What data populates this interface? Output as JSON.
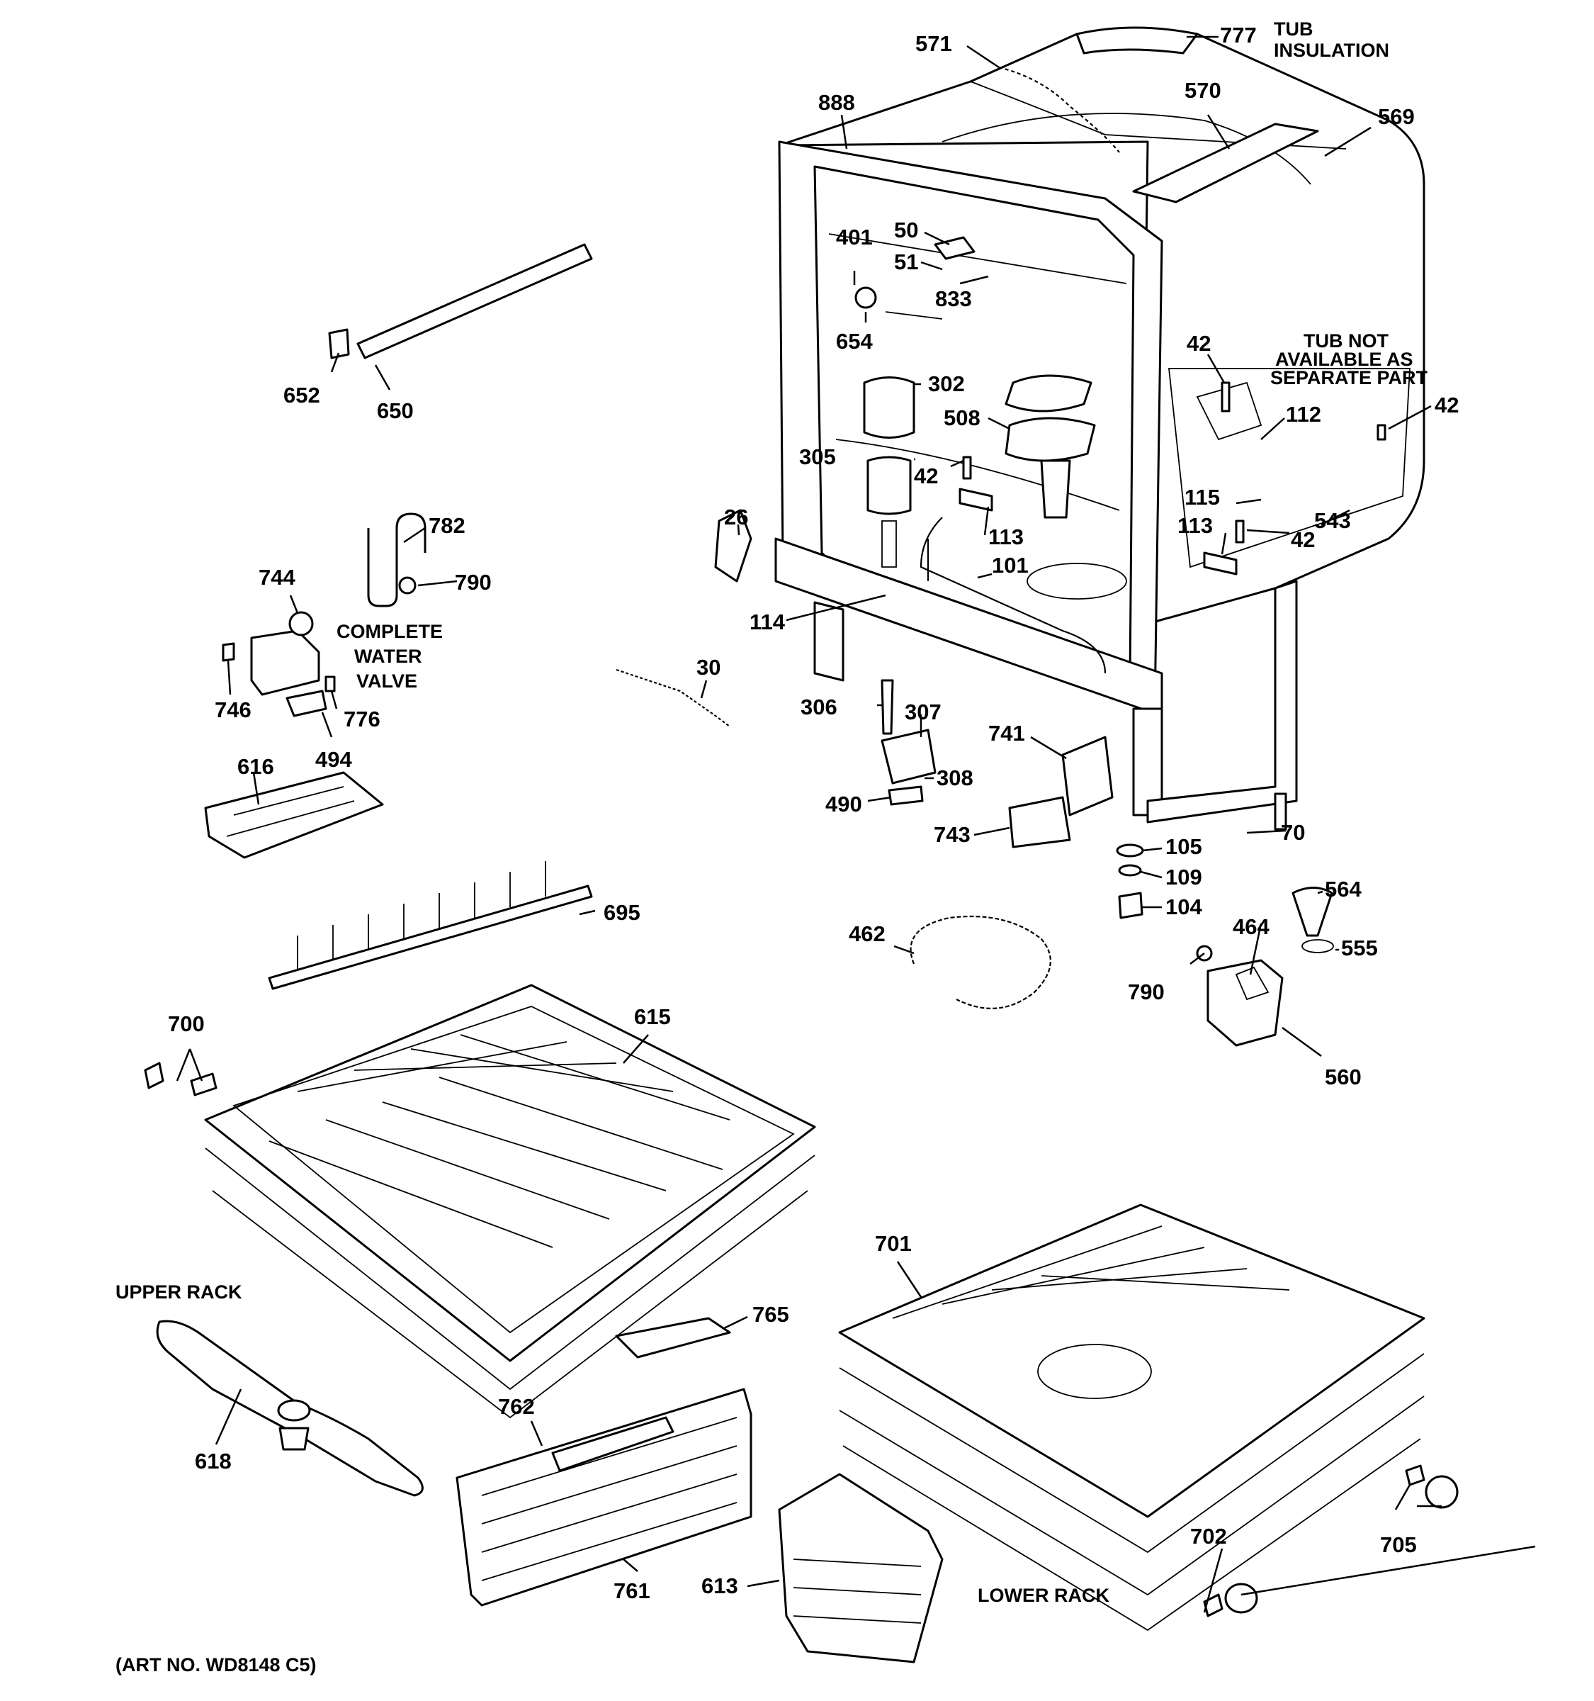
{
  "art_number": "(ART NO. WD8148 C5)",
  "callouts": {
    "n571": "571",
    "n777": "777",
    "tub_insulation_1": "TUB",
    "tub_insulation_2": "INSULATION",
    "n888": "888",
    "n570": "570",
    "n569": "569",
    "n401": "401",
    "n50": "50",
    "n51": "51",
    "n833": "833",
    "n654": "654",
    "n652": "652",
    "n650": "650",
    "n42a": "42",
    "tub_note_1": "TUB NOT",
    "tub_note_2": "AVAILABLE AS",
    "tub_note_3": "SEPARATE PART",
    "n302": "302",
    "n508": "508",
    "n112": "112",
    "n42b": "42",
    "n305": "305",
    "n42c": "42",
    "n115": "115",
    "n543": "543",
    "n782": "782",
    "n26": "26",
    "n113a": "113",
    "n113b": "113",
    "n42d": "42",
    "n744": "744",
    "n790a": "790",
    "n101": "101",
    "valve_1": "COMPLETE",
    "valve_2": "WATER",
    "valve_3": "VALVE",
    "n114": "114",
    "n30": "30",
    "n746": "746",
    "n776": "776",
    "n494": "494",
    "n306": "306",
    "n307": "307",
    "n741": "741",
    "n616": "616",
    "n308": "308",
    "n490": "490",
    "n743": "743",
    "n70": "70",
    "n105": "105",
    "n109": "109",
    "n695": "695",
    "n104": "104",
    "n564": "564",
    "n462": "462",
    "n464": "464",
    "n555": "555",
    "n790b": "790",
    "n700": "700",
    "n615": "615",
    "n560": "560",
    "n701": "701",
    "upper_rack": "UPPER RACK",
    "n765": "765",
    "n762": "762",
    "n618": "618",
    "n702": "702",
    "n705": "705",
    "n761": "761",
    "n613": "613",
    "lower_rack": "LOWER RACK"
  }
}
